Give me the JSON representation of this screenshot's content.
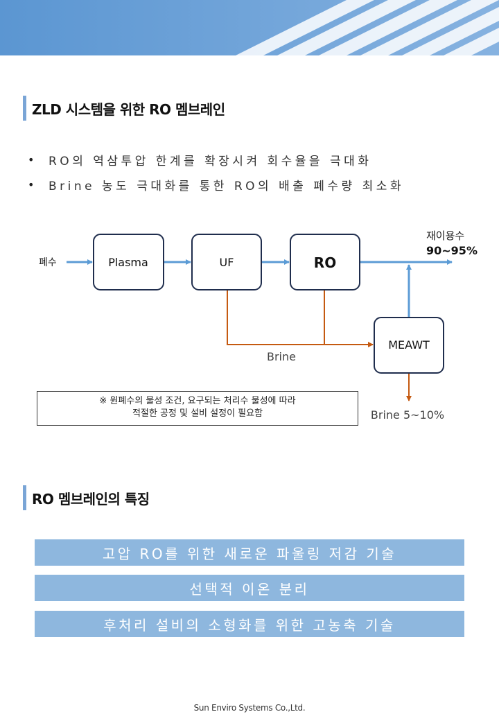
{
  "section1": {
    "heading": "ZLD 시스템을 위한 RO 멤브레인",
    "bullets": [
      "RO의 역삼투압 한계를 확장시켜 회수율을 극대화",
      "Brine 농도 극대화를 통한 RO의 배출 폐수량 최소화"
    ],
    "bullet_symbol": "•"
  },
  "diagram": {
    "input_label": "폐수",
    "nodes": [
      "Plasma",
      "UF",
      "RO",
      "MEAWT"
    ],
    "output_label": "재이용수",
    "output_value": "90~95%",
    "brine_label": "Brine",
    "brine_out_label": "Brine 5~10%",
    "colors": {
      "flow": "#5b9bd5",
      "brine": "#c55a11",
      "box_border": "#1f2d4d"
    }
  },
  "note": {
    "line1": "※ 원폐수의 물성 조건, 요구되는 처리수 물성에 따라",
    "line2": "적절한 공정 및 설비 설정이 필요함"
  },
  "section2": {
    "heading": "RO 멤브레인의 특징",
    "features": [
      "고압 RO를 위한 새로운 파울링 저감 기술",
      "선택적 이온 분리",
      "후처리 설비의 소형화를 위한 고농축 기술"
    ]
  },
  "footer": "Sun Enviro Systems Co.,Ltd.",
  "colors": {
    "accent": "#7aa5d6",
    "feature_bg": "#8eb7de",
    "banner": "#5b9bd5"
  }
}
